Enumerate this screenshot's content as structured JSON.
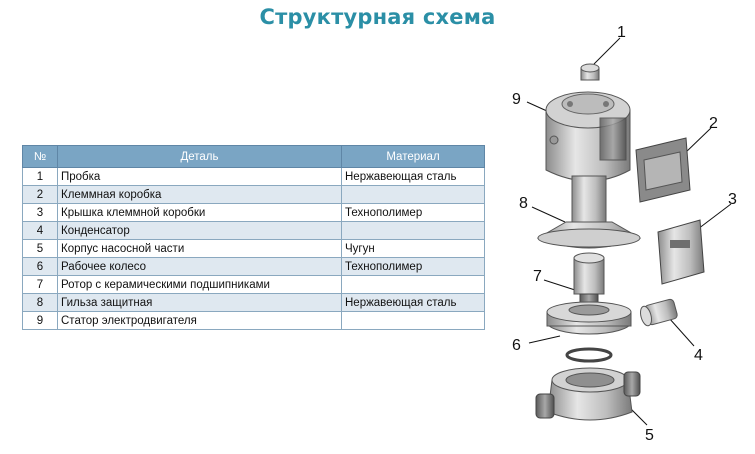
{
  "title": "Структурная схема",
  "table": {
    "headers": [
      "№",
      "Деталь",
      "Материал"
    ],
    "rows": [
      {
        "num": "1",
        "part": "Пробка",
        "material": "Нержавеющая сталь"
      },
      {
        "num": "2",
        "part": "Клеммная коробка",
        "material": ""
      },
      {
        "num": "3",
        "part": "Крышка клеммной коробки",
        "material": "Технополимер"
      },
      {
        "num": "4",
        "part": "Конденсатор",
        "material": ""
      },
      {
        "num": "5",
        "part": "Корпус насосной части",
        "material": "Чугун"
      },
      {
        "num": "6",
        "part": "Рабочее колесо",
        "material": "Технополимер"
      },
      {
        "num": "7",
        "part": "Ротор с керамическими подшипниками",
        "material": ""
      },
      {
        "num": "8",
        "part": "Гильза защитная",
        "material": "Нержавеющая сталь"
      },
      {
        "num": "9",
        "part": "Статор электродвигателя",
        "material": ""
      }
    ]
  },
  "diagram": {
    "callouts": [
      "1",
      "2",
      "3",
      "4",
      "5",
      "6",
      "7",
      "8",
      "9"
    ]
  }
}
